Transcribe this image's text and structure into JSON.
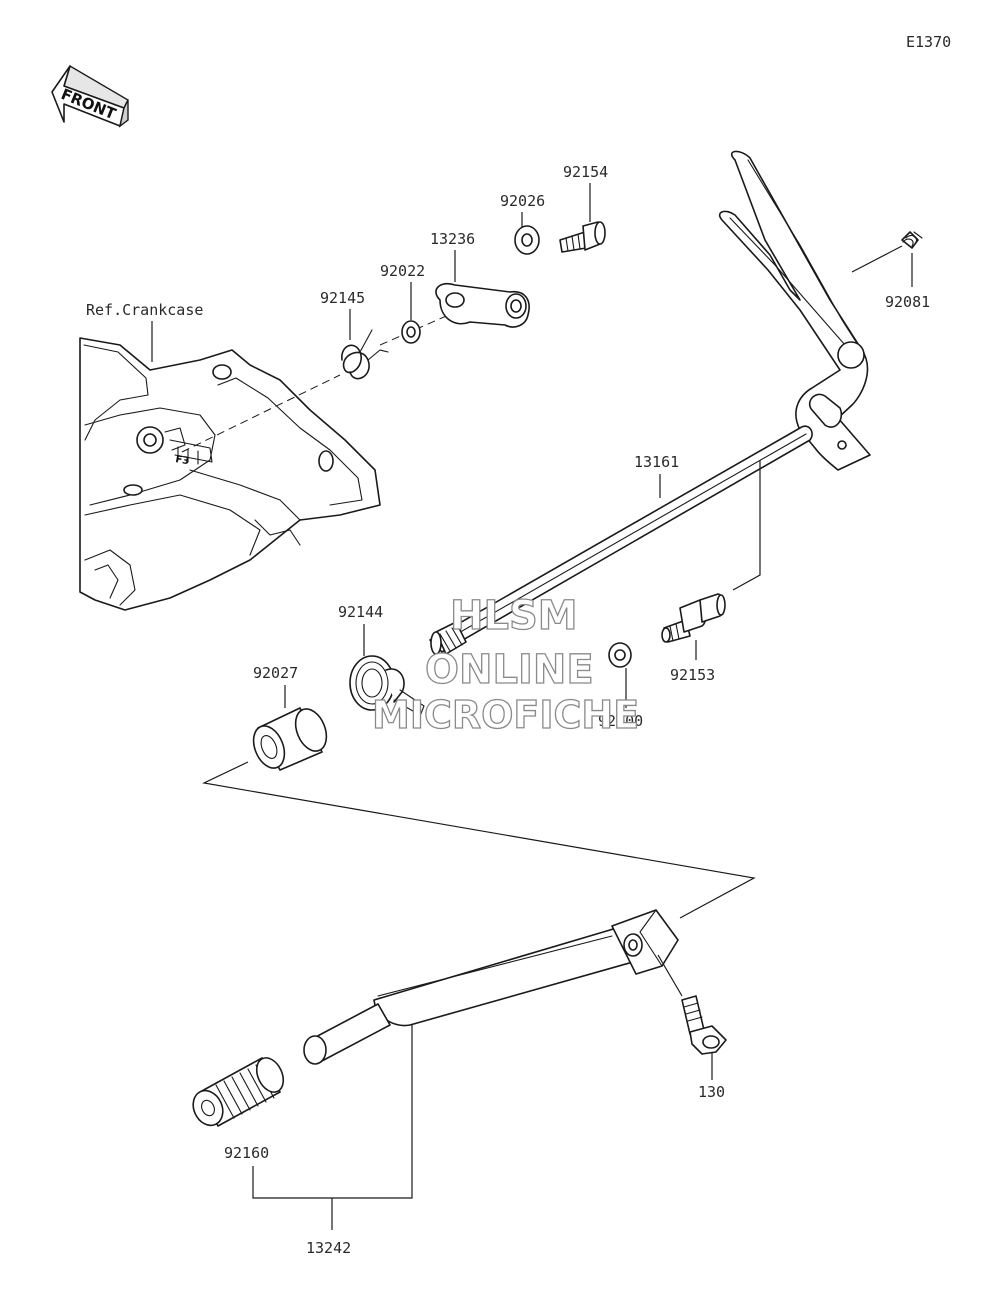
{
  "diagram": {
    "code": "E1370",
    "front_label": "FRONT",
    "ref_label": "Ref.Crankcase",
    "crankcase_stamp": "F3",
    "parts": {
      "p92154": "92154",
      "p92026": "92026",
      "p13236": "13236",
      "p92022": "92022",
      "p92145": "92145",
      "p92081": "92081",
      "p13161": "13161",
      "p92144": "92144",
      "p92027": "92027",
      "p92153": "92153",
      "p92200": "92200",
      "p130": "130",
      "p92160": "92160",
      "p13242": "13242"
    }
  },
  "watermark": {
    "line1": "HLSM",
    "line2": "ONLINE",
    "line3": "MICROFICHE"
  }
}
